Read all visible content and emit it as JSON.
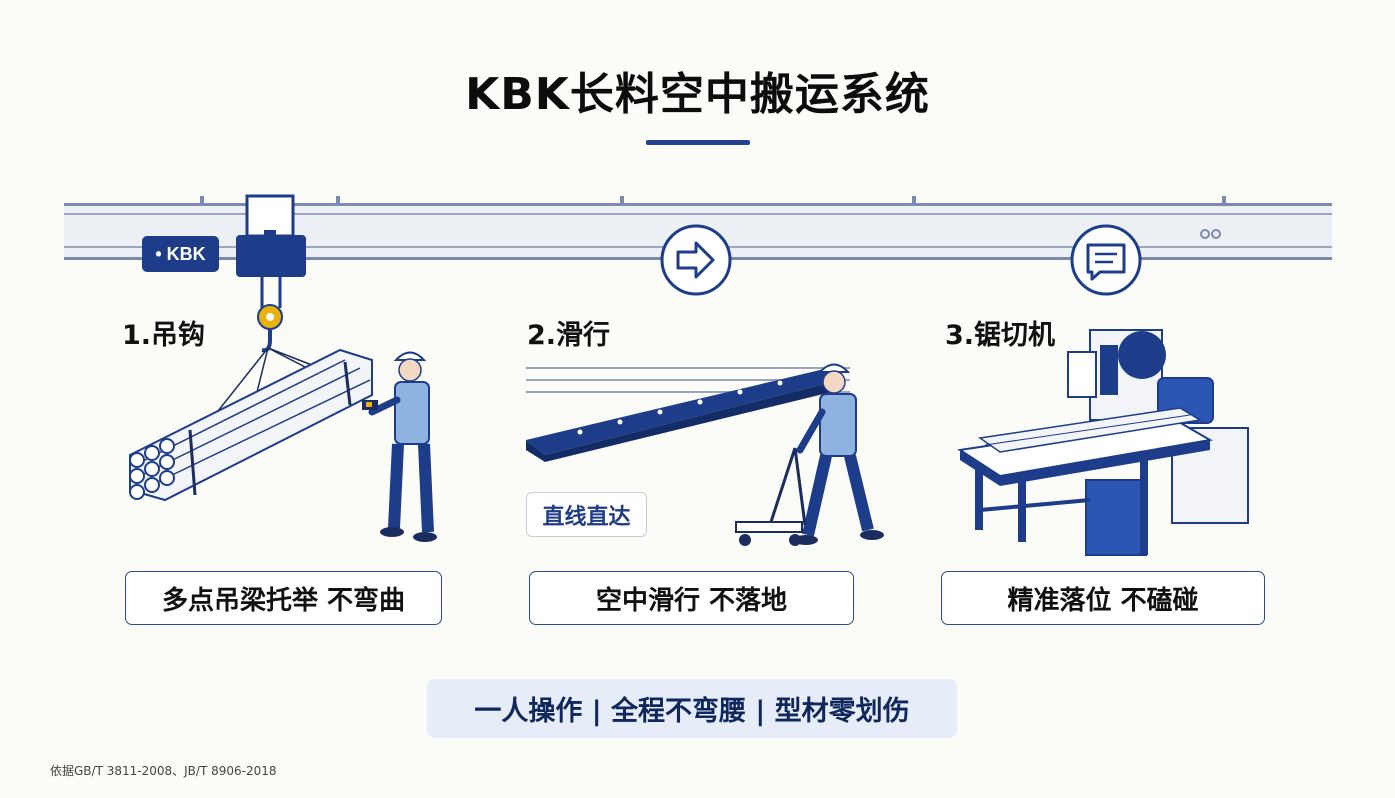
{
  "title": "KBK长料空中搬运系统",
  "rail_label": "• KBK",
  "steps": [
    {
      "title": "1.吊钩",
      "caption": "多点吊梁托举 不弯曲"
    },
    {
      "title": "2.滑行",
      "caption": "空中滑行 不落地",
      "badge": "直线直达"
    },
    {
      "title": "3.锯切机",
      "caption": "精准落位 不磕碰"
    }
  ],
  "summary": "一人操作 | 全程不弯腰 | 型材零划伤",
  "footnote": "依据GB/T 3811-2008、JB/T 8906-2018",
  "colors": {
    "primary": "#1d3d8a",
    "accent": "#e8b20c",
    "rail": "#e9ecf2"
  }
}
